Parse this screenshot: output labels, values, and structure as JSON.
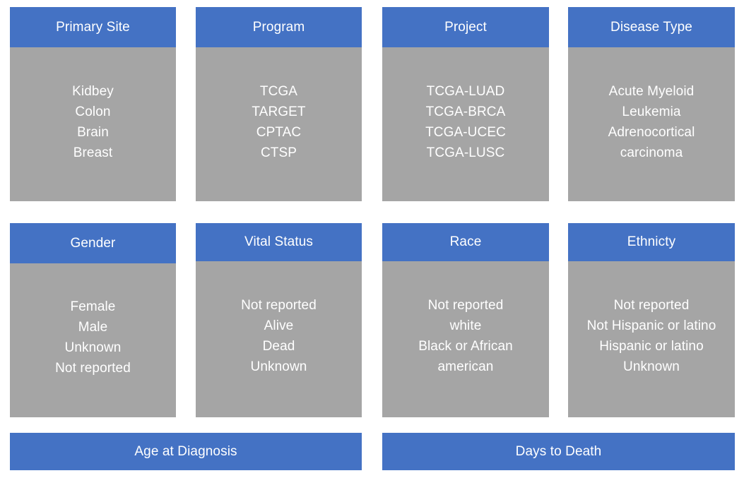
{
  "theme": {
    "header_color": "#4472C4",
    "body_color": "#A5A5A5",
    "text_color": "#FFFFFF",
    "background": "#FFFFFF"
  },
  "cards": [
    {
      "id": "primary-site",
      "title": "Primary Site",
      "items": [
        "Kidbey",
        "Colon",
        "Brain",
        "Breast"
      ]
    },
    {
      "id": "program",
      "title": "Program",
      "items": [
        "TCGA",
        "TARGET",
        "CPTAC",
        "CTSP"
      ]
    },
    {
      "id": "project",
      "title": "Project",
      "items": [
        "TCGA-LUAD",
        "TCGA-BRCA",
        "TCGA-UCEC",
        "TCGA-LUSC"
      ]
    },
    {
      "id": "disease-type",
      "title": "Disease Type",
      "items": [
        "Acute Myeloid Leukemia",
        "Adrenocortical carcinoma"
      ]
    },
    {
      "id": "gender",
      "title": "Gender",
      "items": [
        "Female",
        "Male",
        "Unknown",
        "Not reported"
      ]
    },
    {
      "id": "vital-status",
      "title": "Vital Status",
      "items": [
        "Not reported",
        "Alive",
        "Dead",
        "Unknown"
      ]
    },
    {
      "id": "race",
      "title": "Race",
      "items": [
        "Not reported",
        "white",
        "Black or African american"
      ]
    },
    {
      "id": "ethnicty",
      "title": "Ethnicty",
      "items": [
        "Not reported",
        "Not Hispanic or latino",
        "Hispanic or latino",
        "Unknown"
      ]
    }
  ],
  "bars": [
    {
      "id": "age-at-diagnosis",
      "label": "Age at Diagnosis"
    },
    {
      "id": "days-to-death",
      "label": "Days to Death"
    }
  ]
}
